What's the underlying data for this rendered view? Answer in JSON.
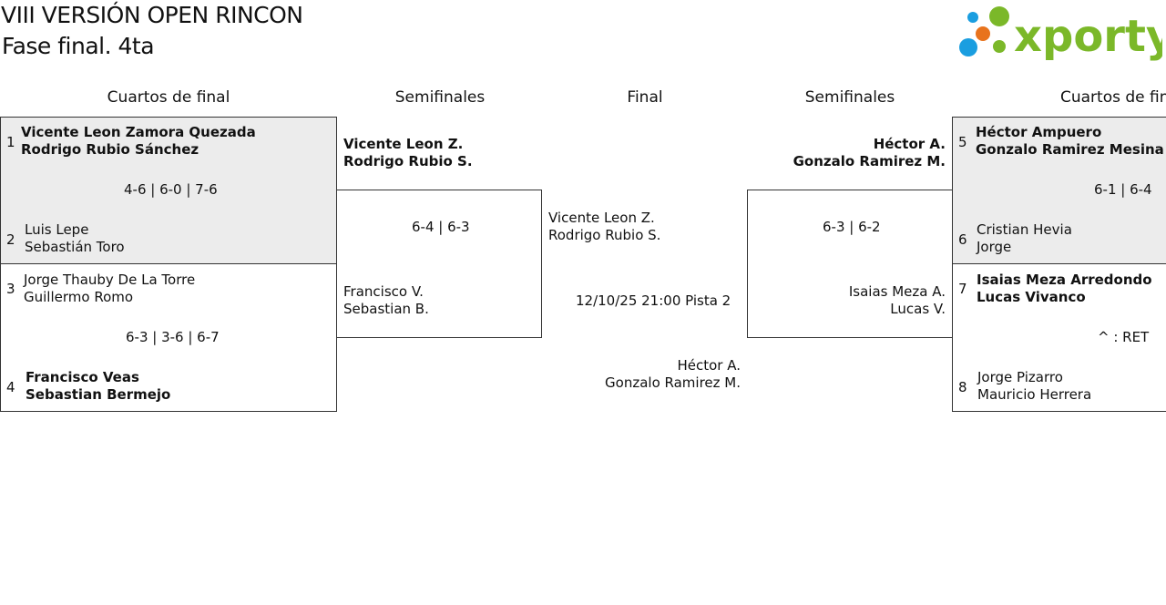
{
  "header": {
    "title": "VIII VERSIÓN OPEN RINCON",
    "subtitle": "Fase final. 4ta",
    "logo_text": "xporty"
  },
  "rounds": {
    "qf_left": "Cuartos de final",
    "sf_left": "Semifinales",
    "final": "Final",
    "sf_right": "Semifinales",
    "qf_right": "Cuartos de fin"
  },
  "qf_left": [
    {
      "score": "4-6 | 6-0 | 7-6",
      "top": {
        "seed": "1",
        "p1": "Vicente Leon Zamora Quezada",
        "p2": "Rodrigo Rubio Sánchez"
      },
      "bottom": {
        "seed": "2",
        "p1": "Luis Lepe",
        "p2": "Sebastián Toro"
      }
    },
    {
      "score": "6-3 | 3-6 | 6-7",
      "top": {
        "seed": "3",
        "p1": "Jorge Thauby De La Torre",
        "p2": "Guillermo Romo"
      },
      "bottom": {
        "seed": "4",
        "p1": "Francisco Veas",
        "p2": "Sebastian Bermejo"
      }
    }
  ],
  "sf_left": {
    "score": "6-4 | 6-3",
    "top": {
      "p1": "Vicente Leon Z.",
      "p2": "Rodrigo Rubio S."
    },
    "bottom": {
      "p1": "Francisco V.",
      "p2": "Sebastian B."
    }
  },
  "final": {
    "top": {
      "p1": "Vicente Leon Z.",
      "p2": "Rodrigo Rubio S."
    },
    "schedule": "12/10/25 21:00 Pista 2",
    "bottom": {
      "p1": "Héctor A.",
      "p2": "Gonzalo Ramirez M."
    }
  },
  "sf_right": {
    "score": "6-3 | 6-2",
    "top": {
      "p1": "Héctor A.",
      "p2": "Gonzalo Ramirez M."
    },
    "bottom": {
      "p1": "Isaias Meza A.",
      "p2": "Lucas V."
    }
  },
  "qf_right": [
    {
      "score": "6-1 | 6-4",
      "top": {
        "seed": "5",
        "p1": "Héctor Ampuero",
        "p2": "Gonzalo Ramirez Mesina"
      },
      "bottom": {
        "seed": "6",
        "p1": "Cristian Hevia",
        "p2": "Jorge"
      }
    },
    {
      "score": "^ : RET",
      "top": {
        "seed": "7",
        "p1": "Isaias Meza Arredondo",
        "p2": "Lucas Vivanco"
      },
      "bottom": {
        "seed": "8",
        "p1": "Jorge Pizarro",
        "p2": "Mauricio Herrera"
      }
    }
  ],
  "colors": {
    "logo_green": "#7bb829",
    "logo_blue": "#1a9ee0",
    "logo_orange": "#e8731d",
    "winner_shade": "#ececec"
  }
}
